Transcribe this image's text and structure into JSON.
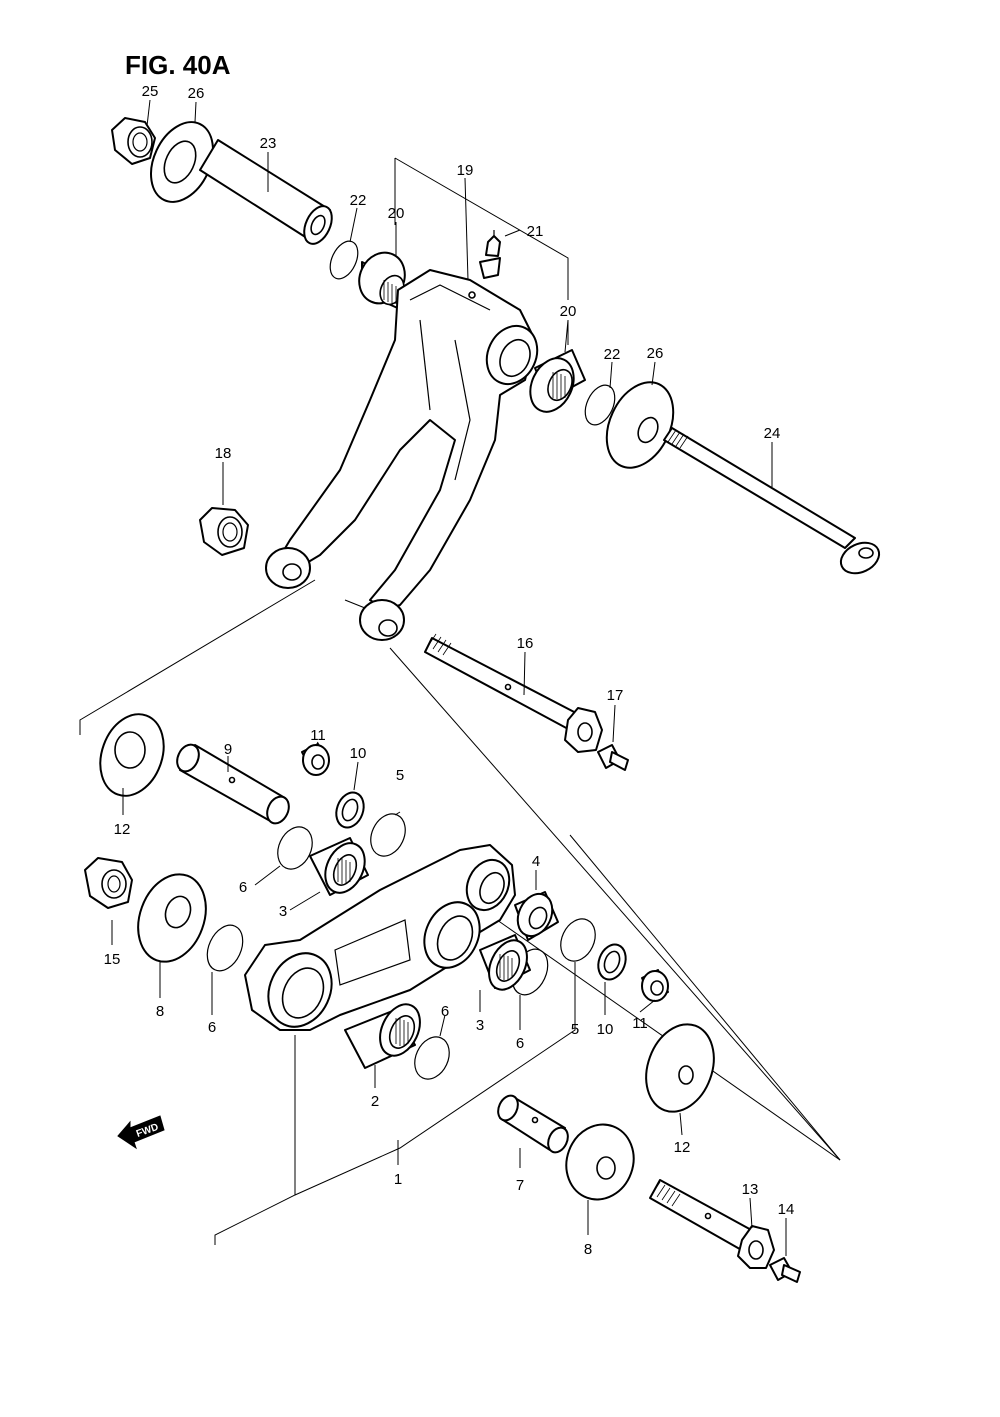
{
  "figure": {
    "title": "FIG. 40A",
    "fwd_label": "FWD"
  },
  "labels": {
    "p1": "1",
    "p2": "2",
    "p3a": "3",
    "p3b": "3",
    "p4": "4",
    "p5a": "5",
    "p5b": "5",
    "p6a": "6",
    "p6b": "6",
    "p6c": "6",
    "p6d": "6",
    "p7": "7",
    "p8a": "8",
    "p8b": "8",
    "p9": "9",
    "p10a": "10",
    "p10b": "10",
    "p11a": "11",
    "p11b": "11",
    "p12a": "12",
    "p12b": "12",
    "p13": "13",
    "p14": "14",
    "p15": "15",
    "p16": "16",
    "p17": "17",
    "p18": "18",
    "p19": "19",
    "p20a": "20",
    "p20b": "20",
    "p21": "21",
    "p22a": "22",
    "p22b": "22",
    "p23": "23",
    "p24": "24",
    "p25": "25",
    "p26a": "26",
    "p26b": "26"
  }
}
